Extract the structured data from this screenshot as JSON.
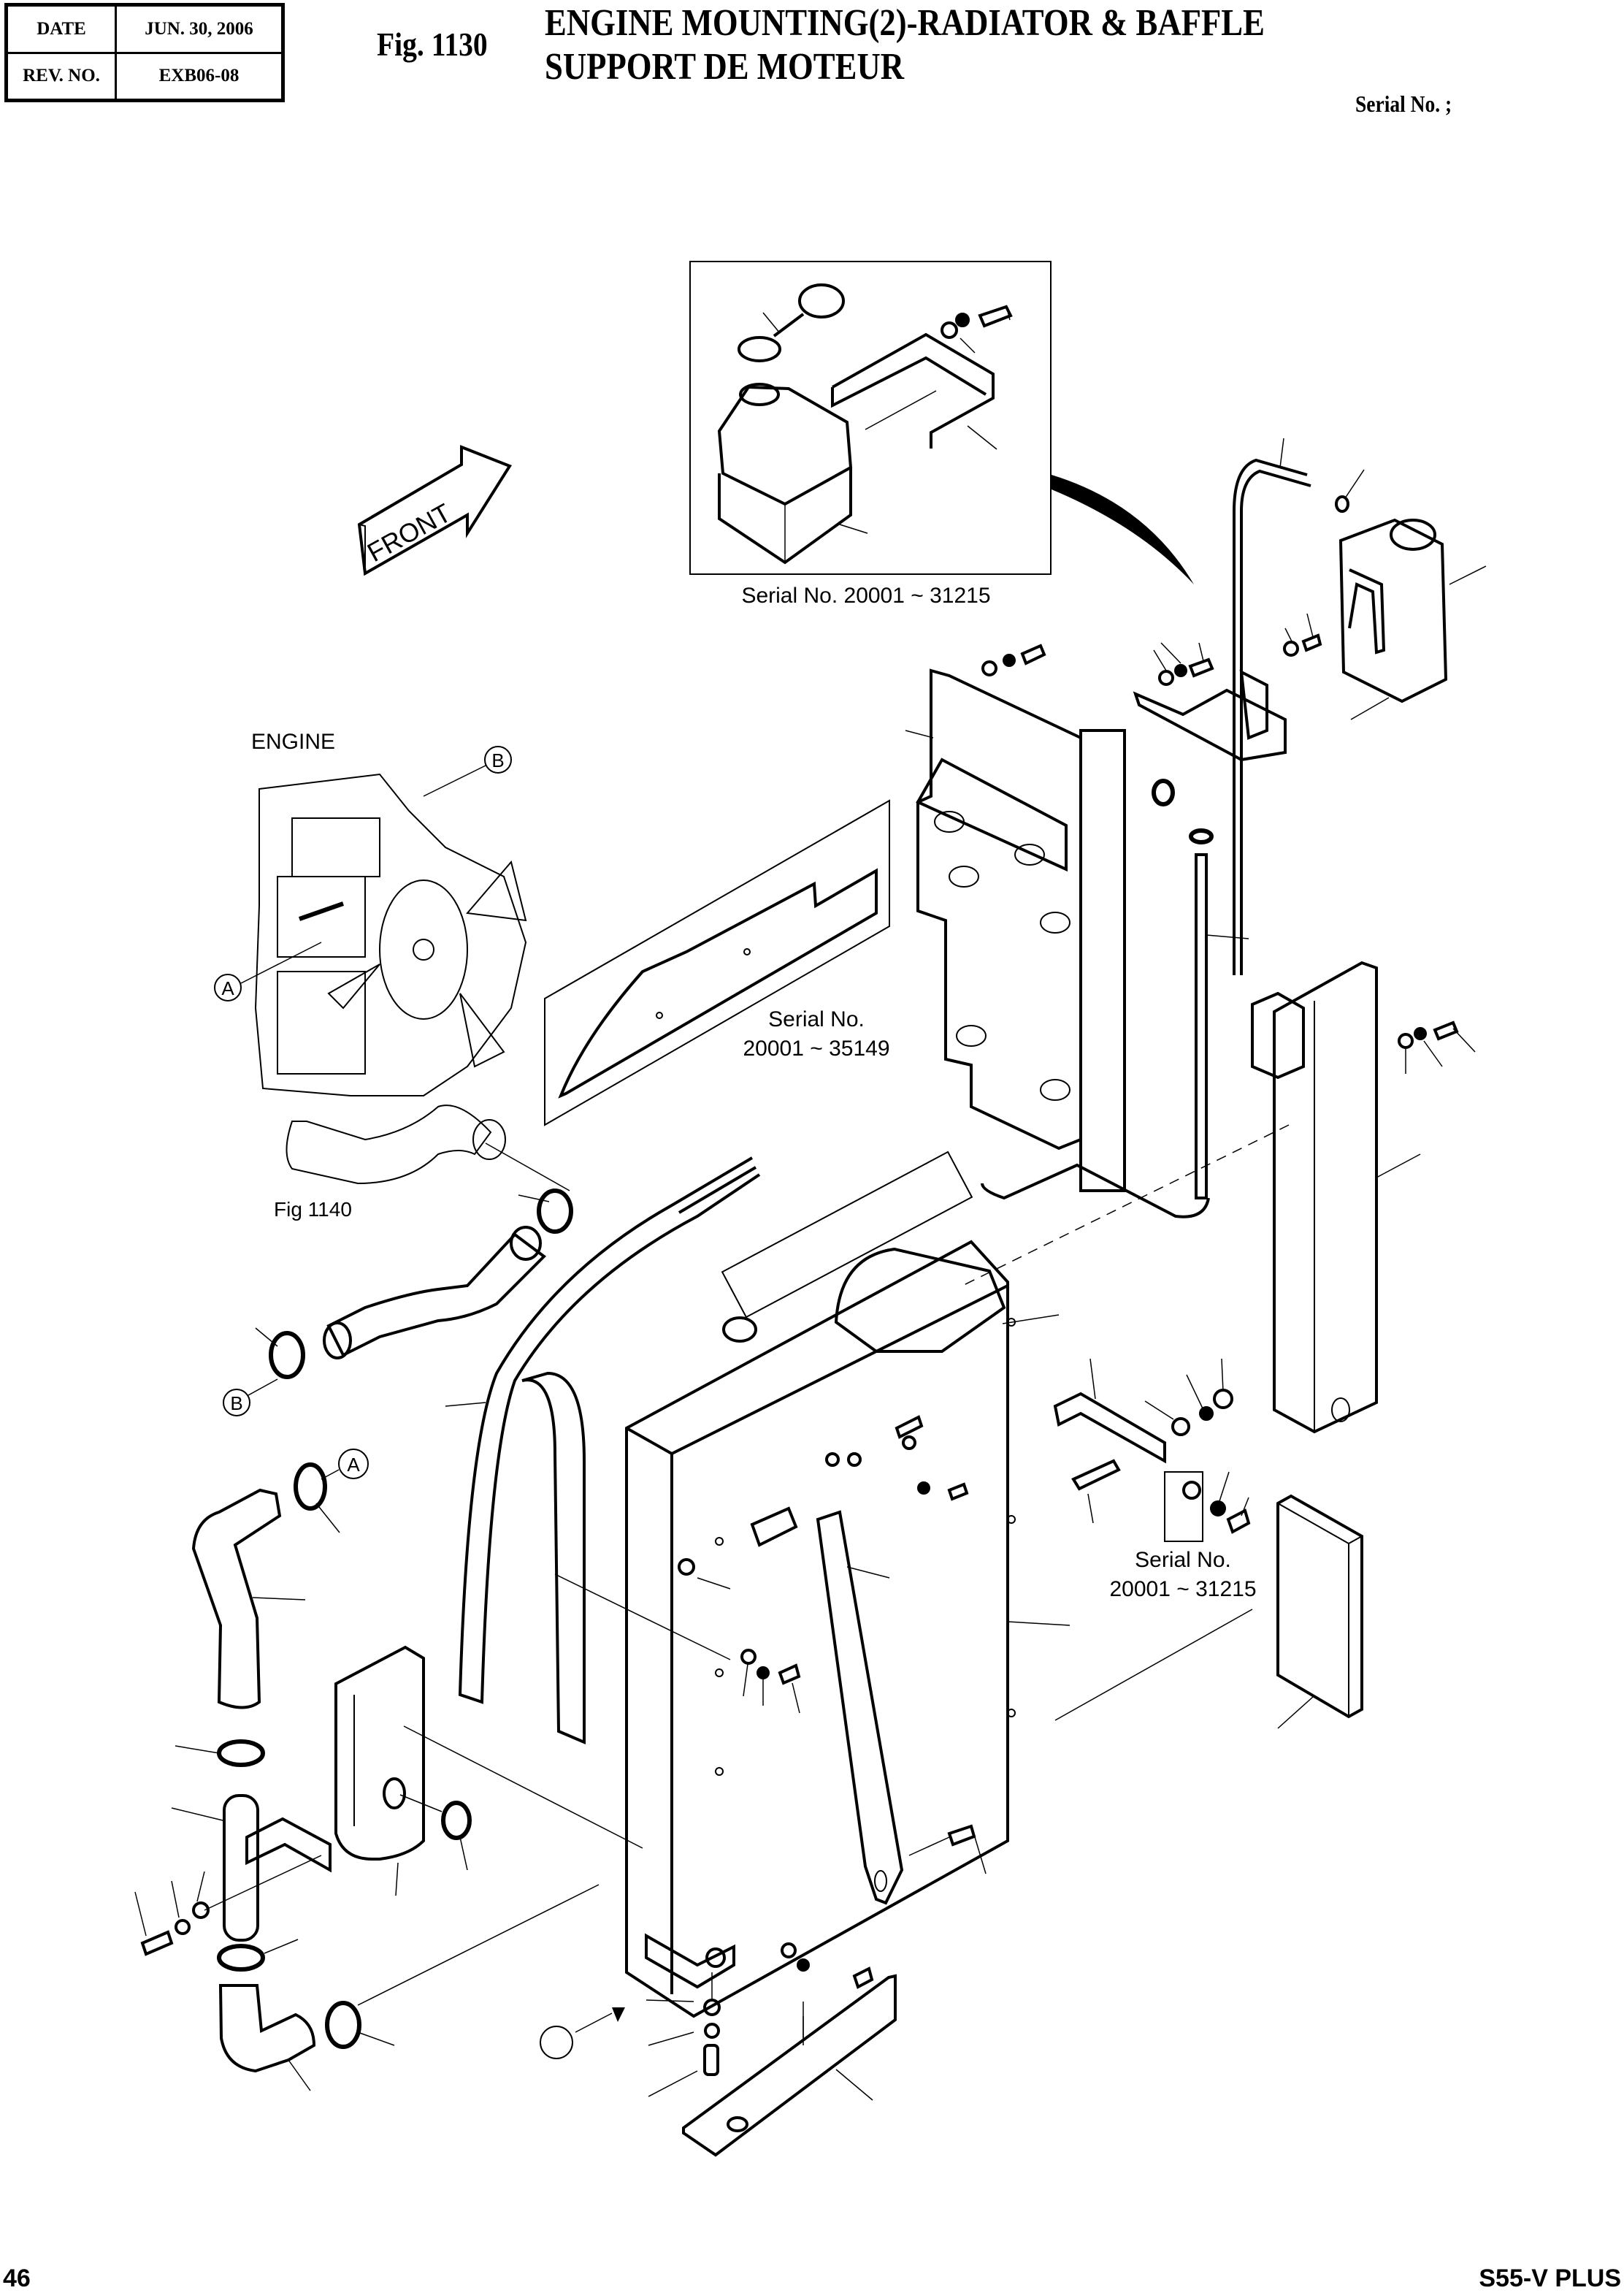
{
  "header": {
    "date_label": "DATE",
    "date_value": "JUN. 30, 2006",
    "rev_label": "REV. NO.",
    "rev_value": "EXB06-08",
    "figure_number": "Fig. 1130",
    "title_en": "ENGINE MOUNTING(2)-RADIATOR & BAFFLE",
    "title_fr": "SUPPORT DE MOTEUR",
    "serial_line": "Serial No. ;"
  },
  "diagram": {
    "direction_arrow": "FRONT",
    "engine_label": "ENGINE",
    "callouts": {
      "a": "A",
      "b": "B"
    },
    "reference_label": "Fig 1140",
    "insets": [
      {
        "id": "reservoir-tank-inset",
        "caption": "Serial No. 20001 ~ 31215"
      },
      {
        "id": "baffle-plate-inset",
        "caption_line1": "Serial No.",
        "caption_line2": "20001 ~ 35149"
      },
      {
        "id": "washer-inset",
        "caption_line1": "Serial No.",
        "caption_line2": "20001 ~ 31215"
      }
    ],
    "parts": [
      "radiator",
      "reservoir-tank",
      "reservoir-cap",
      "tank-bracket",
      "overflow-hose",
      "upper-radiator-hose",
      "lower-radiator-hose",
      "hose-clamp",
      "pipe",
      "pipe-bracket",
      "baffle-plate",
      "shroud",
      "side-cover",
      "stay-rod",
      "support-bracket",
      "mount-beam",
      "seal-block",
      "grommet",
      "bolt",
      "washer",
      "spring-washer",
      "nut"
    ]
  },
  "footer": {
    "page_number": "46",
    "model": "S55-V PLUS"
  }
}
